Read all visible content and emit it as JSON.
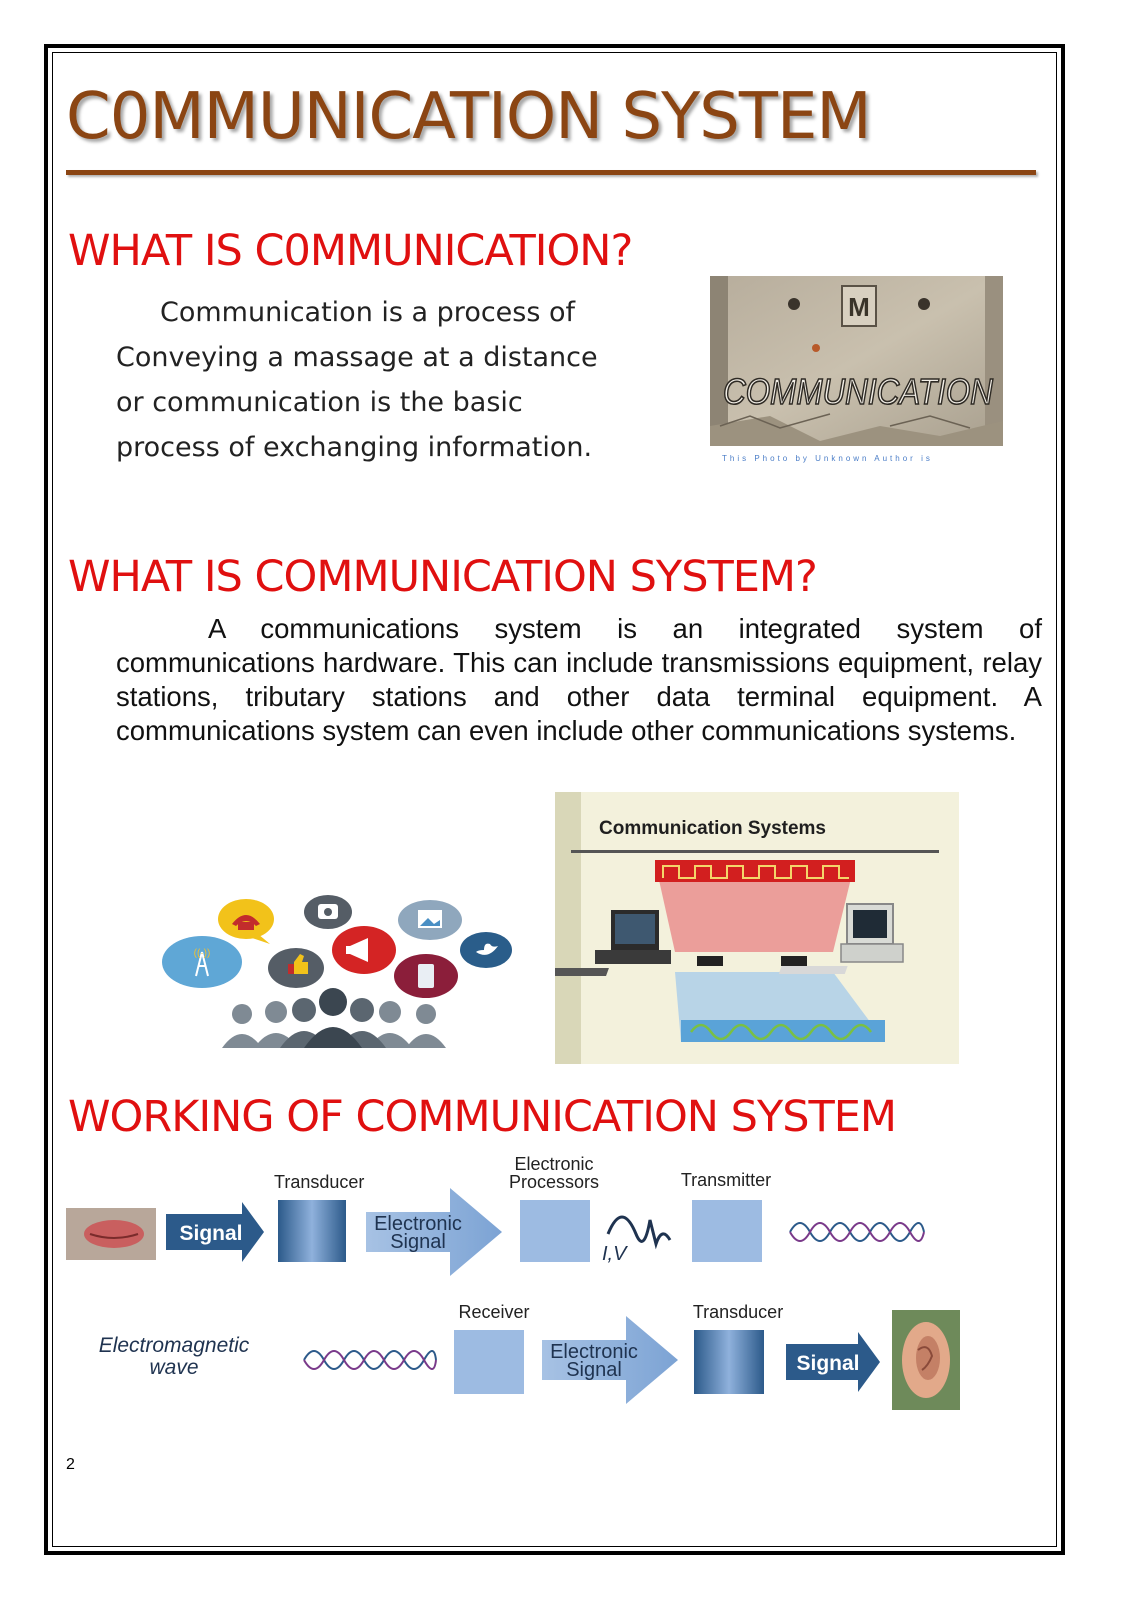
{
  "title": "C0MMUNICATION SYSTEM",
  "section1": {
    "heading": "WHAT IS C0MMUNICATION?",
    "line1": "Communication is a process of",
    "line2": "Conveying a massage at a distance",
    "line3": "or communication is the basic",
    "line4": "process of exchanging information.",
    "photo_text": "COMMUNICATION",
    "photo_badge": "M",
    "photo_caption": "This Photo by Unknown Author is"
  },
  "section2": {
    "heading": "WHAT IS COMMUNICATION SYSTEM?",
    "paragraph": "A communications system is an integrated system of communications hardware. This can include transmissions equipment, relay stations, tributary stations and other data terminal equipment. A communications system can even include other communications systems.",
    "diagram_title": "Communication Systems"
  },
  "section3": {
    "heading": "WORKING OF COMMUNICATION SYSTEM",
    "row1": {
      "signal": "Signal",
      "transducer": "Transducer",
      "electronic_signal_1": "Electronic",
      "electronic_signal_2": "Signal",
      "processors_1": "Electronic",
      "processors_2": "Processors",
      "iv": "I,V",
      "transmitter": "Transmitter"
    },
    "row2": {
      "em_wave_1": "Electromagnetic",
      "em_wave_2": "wave",
      "receiver": "Receiver",
      "electronic_signal_1": "Electronic",
      "electronic_signal_2": "Signal",
      "transducer": "Transducer",
      "signal": "Signal"
    }
  },
  "page_number": "2",
  "colors": {
    "title": "#8b4513",
    "heading": "#e01010",
    "arrow_dark": "#2c5a8a",
    "arrow_light": "#8fb1dc",
    "box": "#9dbbe2"
  }
}
